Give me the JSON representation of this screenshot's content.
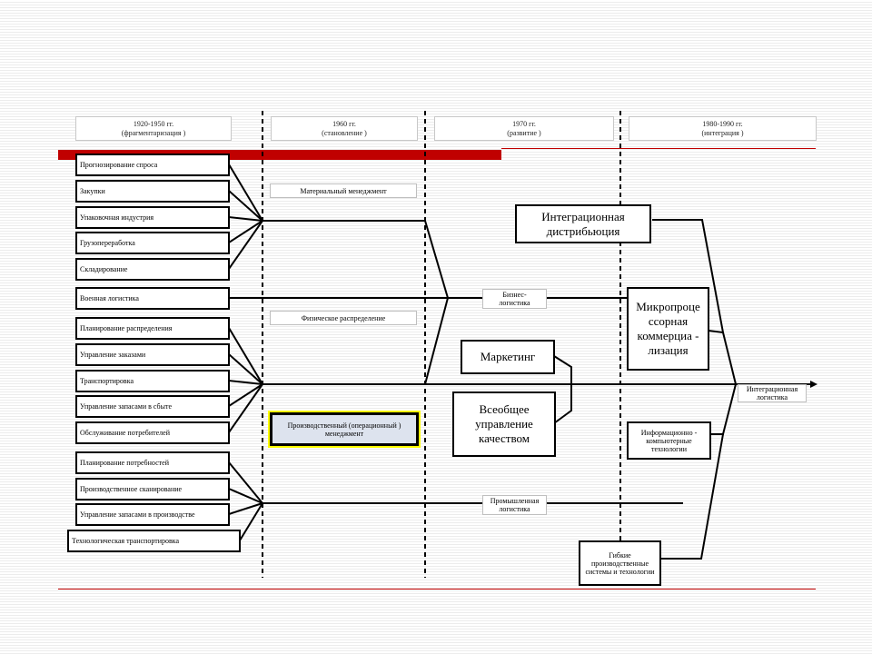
{
  "periods": [
    {
      "years": "1920-1950 гг.",
      "name": "(фрагментаризация  )"
    },
    {
      "years": "1960 гг.",
      "name": "(становление )"
    },
    {
      "years": "1970 гг.",
      "name": "(развитие )"
    },
    {
      "years": "1980-1990 гг.",
      "name": "(интеграция )"
    }
  ],
  "groups": {
    "group1": [
      "Прогнозирование спроса",
      "Закупки",
      "Упаковочная индустрия",
      "Грузопереработка",
      "Складирование"
    ],
    "military": "Военная логистика",
    "group2": [
      "Планирование распределения",
      "Управление заказами",
      "Транспортировка",
      "Управление запасами в сбыте",
      "Обслуживание потребителей"
    ],
    "group3": [
      "Планирование потребностей",
      "Производственное сканирование",
      "Управление запасами в производстве",
      "Технологическая транспортировка"
    ]
  },
  "stage1960": {
    "material": "Материальный менеджмент",
    "physical": "Физическое распределение",
    "production": "Производственный  (операционный )  менеджмент"
  },
  "stage1970": {
    "business": "Бизнес-логистика",
    "marketing": "Маркетинг",
    "quality": "Всеобщее управление качеством",
    "industrial": "Промышленная логистика"
  },
  "stage1980": {
    "integration_distribution": "Интеграционная дистрибьюция",
    "microprocessor": "Микропроце ссорная коммерциа - лизация",
    "info_tech": "Информационно - компьютерные технологии",
    "flexible": "Гибкие производственные системы и технологии",
    "result": "Интеграционная логистика"
  },
  "colors": {
    "accent": "#c00000",
    "highlight": "#ffff00",
    "box_fill": "#dde3ee"
  }
}
